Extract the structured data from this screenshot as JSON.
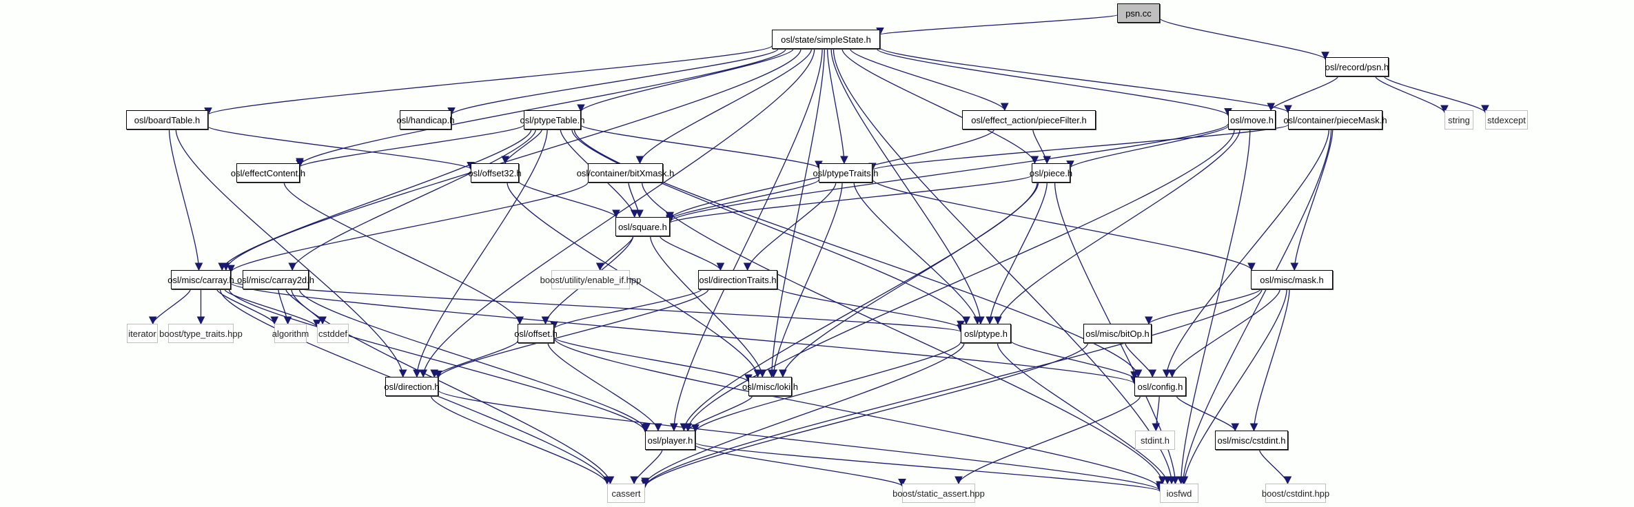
{
  "graph": {
    "title": "psn.cc include dependency graph",
    "edge_color": "#191970",
    "root_fill": "#bfbfbf",
    "nodes": [
      {
        "id": "psn_cc",
        "label": "psn.cc",
        "kind": "root"
      },
      {
        "id": "simpleState",
        "label": "osl/state/simpleState.h",
        "kind": "internal"
      },
      {
        "id": "record_psn",
        "label": "osl/record/psn.h",
        "kind": "internal"
      },
      {
        "id": "boardTable",
        "label": "osl/boardTable.h",
        "kind": "internal"
      },
      {
        "id": "handicap",
        "label": "osl/handicap.h",
        "kind": "internal"
      },
      {
        "id": "ptypeTable",
        "label": "osl/ptypeTable.h",
        "kind": "internal"
      },
      {
        "id": "pieceFilter",
        "label": "osl/effect_action/pieceFilter.h",
        "kind": "internal"
      },
      {
        "id": "move",
        "label": "osl/move.h",
        "kind": "internal"
      },
      {
        "id": "pieceMask",
        "label": "osl/container/pieceMask.h",
        "kind": "internal"
      },
      {
        "id": "string",
        "label": "string",
        "kind": "external"
      },
      {
        "id": "stdexcept",
        "label": "stdexcept",
        "kind": "external"
      },
      {
        "id": "effectContent",
        "label": "osl/effectContent.h",
        "kind": "internal"
      },
      {
        "id": "offset32",
        "label": "osl/offset32.h",
        "kind": "internal"
      },
      {
        "id": "bitXmask",
        "label": "osl/container/bitXmask.h",
        "kind": "internal"
      },
      {
        "id": "ptypeTraits",
        "label": "osl/ptypeTraits.h",
        "kind": "internal"
      },
      {
        "id": "piece",
        "label": "osl/piece.h",
        "kind": "internal"
      },
      {
        "id": "square",
        "label": "osl/square.h",
        "kind": "internal"
      },
      {
        "id": "enable_if",
        "label": "boost/utility/enable_if.hpp",
        "kind": "external"
      },
      {
        "id": "directionTraits",
        "label": "osl/directionTraits.h",
        "kind": "internal"
      },
      {
        "id": "carray",
        "label": "osl/misc/carray.h",
        "kind": "internal"
      },
      {
        "id": "carray2d",
        "label": "osl/misc/carray2d.h",
        "kind": "internal"
      },
      {
        "id": "mask",
        "label": "osl/misc/mask.h",
        "kind": "internal"
      },
      {
        "id": "iterator",
        "label": "iterator",
        "kind": "external"
      },
      {
        "id": "type_traits",
        "label": "boost/type_traits.hpp",
        "kind": "external"
      },
      {
        "id": "algorithm",
        "label": "algorithm",
        "kind": "external"
      },
      {
        "id": "cstddef",
        "label": "cstddef",
        "kind": "external"
      },
      {
        "id": "offset",
        "label": "osl/offset.h",
        "kind": "internal"
      },
      {
        "id": "ptype",
        "label": "osl/ptype.h",
        "kind": "internal"
      },
      {
        "id": "bitOp",
        "label": "osl/misc/bitOp.h",
        "kind": "internal"
      },
      {
        "id": "direction",
        "label": "osl/direction.h",
        "kind": "internal"
      },
      {
        "id": "loki",
        "label": "osl/misc/loki.h",
        "kind": "internal"
      },
      {
        "id": "config",
        "label": "osl/config.h",
        "kind": "internal"
      },
      {
        "id": "player",
        "label": "osl/player.h",
        "kind": "internal"
      },
      {
        "id": "stdint",
        "label": "stdint.h",
        "kind": "external"
      },
      {
        "id": "cstdint",
        "label": "osl/misc/cstdint.h",
        "kind": "internal"
      },
      {
        "id": "cassert",
        "label": "cassert",
        "kind": "external"
      },
      {
        "id": "static_assert",
        "label": "boost/static_assert.hpp",
        "kind": "external"
      },
      {
        "id": "iosfwd",
        "label": "iosfwd",
        "kind": "external"
      },
      {
        "id": "boost_cstdint",
        "label": "boost/cstdint.hpp",
        "kind": "external"
      }
    ],
    "edges": [
      [
        "psn_cc",
        "simpleState"
      ],
      [
        "psn_cc",
        "record_psn"
      ],
      [
        "record_psn",
        "move"
      ],
      [
        "record_psn",
        "string"
      ],
      [
        "record_psn",
        "stdexcept"
      ],
      [
        "simpleState",
        "boardTable"
      ],
      [
        "simpleState",
        "handicap"
      ],
      [
        "simpleState",
        "ptypeTable"
      ],
      [
        "simpleState",
        "pieceFilter"
      ],
      [
        "simpleState",
        "move"
      ],
      [
        "simpleState",
        "pieceMask"
      ],
      [
        "simpleState",
        "effectContent"
      ],
      [
        "simpleState",
        "bitXmask"
      ],
      [
        "simpleState",
        "ptypeTraits"
      ],
      [
        "simpleState",
        "piece"
      ],
      [
        "simpleState",
        "carray"
      ],
      [
        "simpleState",
        "ptype"
      ],
      [
        "simpleState",
        "direction"
      ],
      [
        "simpleState",
        "loki"
      ],
      [
        "simpleState",
        "player"
      ],
      [
        "simpleState",
        "iosfwd"
      ],
      [
        "boardTable",
        "offset32"
      ],
      [
        "boardTable",
        "carray"
      ],
      [
        "boardTable",
        "direction"
      ],
      [
        "ptypeTable",
        "effectContent"
      ],
      [
        "ptypeTable",
        "offset32"
      ],
      [
        "ptypeTable",
        "ptypeTraits"
      ],
      [
        "ptypeTable",
        "square"
      ],
      [
        "ptypeTable",
        "carray"
      ],
      [
        "ptypeTable",
        "carray2d"
      ],
      [
        "ptypeTable",
        "ptype"
      ],
      [
        "ptypeTable",
        "direction"
      ],
      [
        "ptypeTable",
        "config"
      ],
      [
        "pieceFilter",
        "square"
      ],
      [
        "pieceFilter",
        "piece"
      ],
      [
        "move",
        "piece"
      ],
      [
        "move",
        "square"
      ],
      [
        "move",
        "ptype"
      ],
      [
        "move",
        "player"
      ],
      [
        "move",
        "iosfwd"
      ],
      [
        "pieceMask",
        "ptypeTraits"
      ],
      [
        "pieceMask",
        "mask"
      ],
      [
        "pieceMask",
        "config"
      ],
      [
        "pieceMask",
        "iosfwd"
      ],
      [
        "effectContent",
        "offset"
      ],
      [
        "offset32",
        "square"
      ],
      [
        "offset32",
        "loki"
      ],
      [
        "bitXmask",
        "square"
      ],
      [
        "bitXmask",
        "carray"
      ],
      [
        "bitXmask",
        "iosfwd"
      ],
      [
        "ptypeTraits",
        "square"
      ],
      [
        "ptypeTraits",
        "directionTraits"
      ],
      [
        "ptypeTraits",
        "ptype"
      ],
      [
        "ptypeTraits",
        "loki"
      ],
      [
        "ptypeTraits",
        "mask"
      ],
      [
        "piece",
        "square"
      ],
      [
        "piece",
        "ptype"
      ],
      [
        "piece",
        "loki"
      ],
      [
        "piece",
        "player"
      ],
      [
        "piece",
        "iosfwd"
      ],
      [
        "square",
        "enable_if"
      ],
      [
        "square",
        "directionTraits"
      ],
      [
        "square",
        "offset"
      ],
      [
        "square",
        "loki"
      ],
      [
        "directionTraits",
        "offset"
      ],
      [
        "directionTraits",
        "direction"
      ],
      [
        "directionTraits",
        "ptype"
      ],
      [
        "carray",
        "iterator"
      ],
      [
        "carray",
        "type_traits"
      ],
      [
        "carray",
        "algorithm"
      ],
      [
        "carray",
        "cstddef"
      ],
      [
        "carray",
        "ptype"
      ],
      [
        "carray",
        "config"
      ],
      [
        "carray",
        "player"
      ],
      [
        "carray",
        "cassert"
      ],
      [
        "carray2d",
        "algorithm"
      ],
      [
        "carray2d",
        "cstddef"
      ],
      [
        "carray2d",
        "player"
      ],
      [
        "carray2d",
        "cassert"
      ],
      [
        "mask",
        "bitOp"
      ],
      [
        "mask",
        "config"
      ],
      [
        "mask",
        "cstdint"
      ],
      [
        "mask",
        "iosfwd"
      ],
      [
        "mask",
        "cassert"
      ],
      [
        "offset",
        "direction"
      ],
      [
        "offset",
        "loki"
      ],
      [
        "offset",
        "player"
      ],
      [
        "offset",
        "iosfwd"
      ],
      [
        "ptype",
        "config"
      ],
      [
        "ptype",
        "player"
      ],
      [
        "ptype",
        "cassert"
      ],
      [
        "ptype",
        "iosfwd"
      ],
      [
        "bitOp",
        "config"
      ],
      [
        "bitOp",
        "cassert"
      ],
      [
        "direction",
        "cassert"
      ],
      [
        "direction",
        "iosfwd"
      ],
      [
        "loki",
        "player"
      ],
      [
        "config",
        "stdint"
      ],
      [
        "config",
        "cstdint"
      ],
      [
        "config",
        "static_assert"
      ],
      [
        "player",
        "cassert"
      ],
      [
        "player",
        "static_assert"
      ],
      [
        "player",
        "iosfwd"
      ],
      [
        "cstdint",
        "boost_cstdint"
      ]
    ]
  }
}
